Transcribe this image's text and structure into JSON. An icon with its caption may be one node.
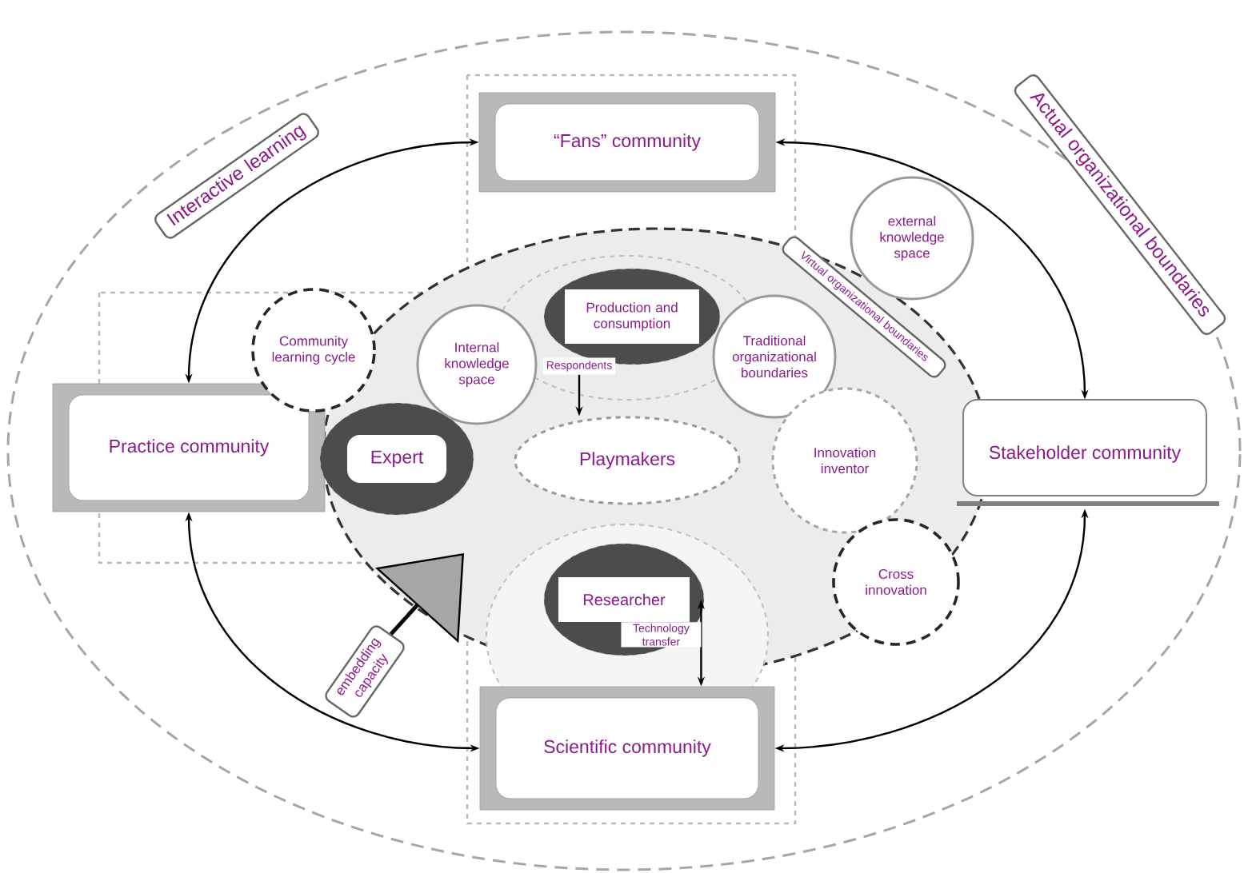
{
  "diagram": {
    "nodes": [
      {
        "text": [
          "“Fans” community"
        ]
      },
      {
        "text": [
          "Practice community"
        ]
      },
      {
        "text": [
          "Stakeholder community"
        ]
      },
      {
        "text": [
          "Scientific community"
        ]
      },
      {
        "text": [
          "Expert"
        ]
      },
      {
        "text": [
          "Playmakers"
        ]
      },
      {
        "text": [
          "Researcher"
        ]
      },
      {
        "text": [
          "Production and consumption"
        ]
      },
      {
        "text": [
          "Internal knowledge space"
        ]
      },
      {
        "text": [
          "Community learning cycle"
        ]
      },
      {
        "text": [
          "Traditional organizational boundaries"
        ]
      },
      {
        "text": [
          "external knowledge space"
        ]
      },
      {
        "text": [
          "Innovation inventor"
        ]
      },
      {
        "text": [
          "Cross innovation"
        ]
      },
      {
        "text": [
          "Interactive learning"
        ]
      },
      {
        "text": [
          "Actual organizational boundaries"
        ]
      },
      {
        "text": [
          "Virtual organizational boundaries"
        ]
      },
      {
        "text": [
          "embedding capacity"
        ]
      },
      {
        "text": [
          "Respondents"
        ]
      }
    ],
    "edges": [
      {
        "from": 0,
        "to": 1,
        "arrow": "both"
      },
      {
        "from": 0,
        "to": 2,
        "arrow": "both"
      },
      {
        "from": 1,
        "to": 3,
        "arrow": "both"
      },
      {
        "from": 2,
        "to": 3,
        "arrow": "both"
      },
      {
        "from": 18,
        "to": 5,
        "arrow": "to"
      },
      {
        "from": 6,
        "to": 3,
        "arrow": "both",
        "label": "Technology transfer"
      },
      {
        "from": 17,
        "to": null,
        "arrow": "to"
      }
    ]
  }
}
